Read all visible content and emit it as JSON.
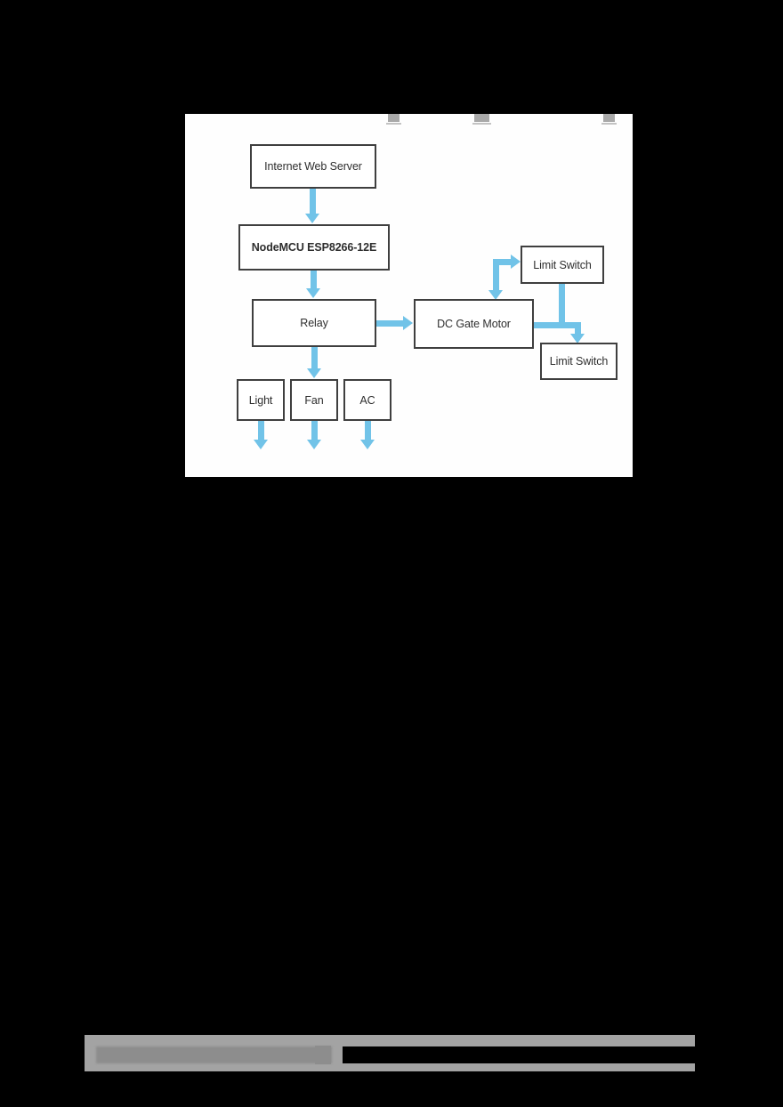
{
  "page": {
    "background_color": "#000000",
    "panel_background": "#fefefe",
    "accent_color": "#71c3e8",
    "box_border_color": "#3f3f3f",
    "text_color": "#2e2e2e"
  },
  "diagram": {
    "type": "block-diagram",
    "title": "",
    "nodes": [
      {
        "id": "web-server",
        "label": "Internet Web Server"
      },
      {
        "id": "nodemcu",
        "label": "NodeMCU ESP8266-12E"
      },
      {
        "id": "relay",
        "label": "Relay"
      },
      {
        "id": "dc-motor",
        "label": "DC Gate Motor"
      },
      {
        "id": "limit-upper",
        "label": "Limit Switch"
      },
      {
        "id": "limit-lower",
        "label": "Limit Switch"
      },
      {
        "id": "light",
        "label": "Light"
      },
      {
        "id": "fan",
        "label": "Fan"
      },
      {
        "id": "ac",
        "label": "AC"
      }
    ],
    "edges": [
      {
        "from": "web-server",
        "to": "nodemcu",
        "direction": "down"
      },
      {
        "from": "nodemcu",
        "to": "relay",
        "direction": "down"
      },
      {
        "from": "relay",
        "to": "dc-motor",
        "direction": "right"
      },
      {
        "from": "relay",
        "to": "fan",
        "direction": "down"
      },
      {
        "from": "limit-upper",
        "to": "dc-motor",
        "direction": "down"
      },
      {
        "from": "dc-motor",
        "to": "limit-upper",
        "direction": "right"
      },
      {
        "from": "dc-motor",
        "to": "limit-lower",
        "direction": "right-down"
      },
      {
        "from": "limit-upper",
        "to": "limit-lower",
        "direction": "down"
      },
      {
        "from": "light",
        "to": "",
        "direction": "down"
      },
      {
        "from": "fan",
        "to": "",
        "direction": "down"
      },
      {
        "from": "ac",
        "to": "",
        "direction": "down"
      }
    ]
  },
  "footer": {
    "left_text": "",
    "page_marker": "",
    "right_text": ""
  }
}
